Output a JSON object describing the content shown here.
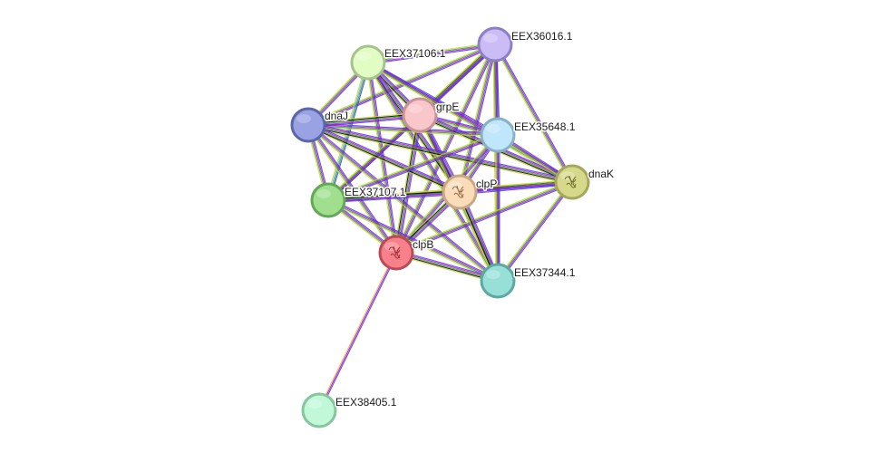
{
  "network": {
    "nodes": [
      {
        "id": "EEX36016.1",
        "label": "EEX36016.1",
        "fill": "#cbbcf6",
        "stroke": "#8d7fc6"
      },
      {
        "id": "EEX37106.1",
        "label": "EEX37106.1",
        "fill": "#e2fdc3",
        "stroke": "#a6c38c"
      },
      {
        "id": "grpE",
        "label": "grpE",
        "fill": "#f9c6c9",
        "stroke": "#c79397"
      },
      {
        "id": "dnaJ",
        "label": "dnaJ",
        "fill": "#99a2e2",
        "stroke": "#5b66a8"
      },
      {
        "id": "EEX35648.1",
        "label": "EEX35648.1",
        "fill": "#c0e6fb",
        "stroke": "#88b1c8"
      },
      {
        "id": "dnaK",
        "label": "dnaK",
        "fill": "#d6d98a",
        "stroke": "#a5a75b"
      },
      {
        "id": "clpP",
        "label": "clpP",
        "fill": "#fbdcb8",
        "stroke": "#c9a783"
      },
      {
        "id": "EEX37107.1",
        "label": "EEX37107.1",
        "fill": "#9fdf8e",
        "stroke": "#63a857"
      },
      {
        "id": "clpB",
        "label": "clpB",
        "fill": "#f7818b",
        "stroke": "#bc4a55"
      },
      {
        "id": "EEX37344.1",
        "label": "EEX37344.1",
        "fill": "#96e0d8",
        "stroke": "#5da99f"
      },
      {
        "id": "EEX38405.1",
        "label": "EEX38405.1",
        "fill": "#c1f8d8",
        "stroke": "#86c59d"
      }
    ],
    "edges": [
      {
        "source": "EEX36016.1",
        "target": "EEX37106.1",
        "colors": [
          "#3a3af0",
          "#d000d0",
          "#22aa22",
          "#d0d040"
        ]
      },
      {
        "source": "EEX36016.1",
        "target": "grpE",
        "colors": [
          "#3a3af0",
          "#d000d0",
          "#22aa22",
          "#000000",
          "#d0d040"
        ]
      },
      {
        "source": "EEX36016.1",
        "target": "dnaJ",
        "colors": [
          "#3a3af0",
          "#d000d0",
          "#22aa22",
          "#d0d040"
        ]
      },
      {
        "source": "EEX36016.1",
        "target": "EEX35648.1",
        "colors": [
          "#3a3af0",
          "#d000d0",
          "#22aa22",
          "#d0d040"
        ]
      },
      {
        "source": "EEX36016.1",
        "target": "dnaK",
        "colors": [
          "#3a3af0",
          "#d000d0",
          "#22aa22",
          "#d0d040"
        ]
      },
      {
        "source": "EEX36016.1",
        "target": "clpP",
        "colors": [
          "#3a3af0",
          "#d000d0",
          "#22aa22",
          "#d0d040"
        ]
      },
      {
        "source": "EEX36016.1",
        "target": "EEX37107.1",
        "colors": [
          "#3a3af0",
          "#d000d0",
          "#22aa22",
          "#d0d040"
        ]
      },
      {
        "source": "EEX36016.1",
        "target": "clpB",
        "colors": [
          "#3a3af0",
          "#d000d0",
          "#22aa22",
          "#d0d040"
        ]
      },
      {
        "source": "EEX36016.1",
        "target": "EEX37344.1",
        "colors": [
          "#3a3af0",
          "#d000d0",
          "#22aa22",
          "#d0d040"
        ]
      },
      {
        "source": "EEX37106.1",
        "target": "grpE",
        "colors": [
          "#3a3af0",
          "#d000d0",
          "#22aa22",
          "#000000",
          "#d0d040"
        ]
      },
      {
        "source": "EEX37106.1",
        "target": "dnaJ",
        "colors": [
          "#3a3af0",
          "#d000d0",
          "#22aa22",
          "#d0d040"
        ]
      },
      {
        "source": "EEX37106.1",
        "target": "EEX35648.1",
        "colors": [
          "#3a3af0",
          "#d000d0",
          "#22aa22",
          "#d0d040"
        ]
      },
      {
        "source": "EEX37106.1",
        "target": "dnaK",
        "colors": [
          "#3a3af0",
          "#d000d0",
          "#22aa22",
          "#d0d040"
        ]
      },
      {
        "source": "EEX37106.1",
        "target": "clpP",
        "colors": [
          "#3a3af0",
          "#d000d0",
          "#22aa22",
          "#000000",
          "#d0d040"
        ]
      },
      {
        "source": "EEX37106.1",
        "target": "EEX37107.1",
        "colors": [
          "#3a3af0",
          "#22aa22",
          "#6ab0e0",
          "#d0d040"
        ]
      },
      {
        "source": "EEX37106.1",
        "target": "clpB",
        "colors": [
          "#3a3af0",
          "#d000d0",
          "#22aa22",
          "#d0d040"
        ]
      },
      {
        "source": "EEX37106.1",
        "target": "EEX37344.1",
        "colors": [
          "#3a3af0",
          "#d000d0",
          "#22aa22",
          "#d0d040"
        ]
      },
      {
        "source": "grpE",
        "target": "dnaJ",
        "colors": [
          "#3a3af0",
          "#d000d0",
          "#22aa22",
          "#000000",
          "#d0d040"
        ]
      },
      {
        "source": "grpE",
        "target": "EEX35648.1",
        "colors": [
          "#3a3af0",
          "#d000d0",
          "#22aa22",
          "#d0d040"
        ]
      },
      {
        "source": "grpE",
        "target": "dnaK",
        "colors": [
          "#3a3af0",
          "#d000d0",
          "#22aa22",
          "#000000",
          "#d0d040"
        ]
      },
      {
        "source": "grpE",
        "target": "clpP",
        "colors": [
          "#3a3af0",
          "#d000d0",
          "#22aa22",
          "#000000",
          "#d0d040"
        ]
      },
      {
        "source": "grpE",
        "target": "EEX37107.1",
        "colors": [
          "#3a3af0",
          "#d000d0",
          "#22aa22",
          "#d0d040"
        ]
      },
      {
        "source": "grpE",
        "target": "clpB",
        "colors": [
          "#3a3af0",
          "#d000d0",
          "#22aa22",
          "#000000",
          "#d0d040"
        ]
      },
      {
        "source": "grpE",
        "target": "EEX37344.1",
        "colors": [
          "#3a3af0",
          "#d000d0",
          "#22aa22",
          "#d0d040"
        ]
      },
      {
        "source": "dnaJ",
        "target": "EEX35648.1",
        "colors": [
          "#3a3af0",
          "#d000d0",
          "#22aa22",
          "#d0d040"
        ]
      },
      {
        "source": "dnaJ",
        "target": "dnaK",
        "colors": [
          "#3a3af0",
          "#d000d0",
          "#22aa22",
          "#000000",
          "#d0d040"
        ]
      },
      {
        "source": "dnaJ",
        "target": "clpP",
        "colors": [
          "#3a3af0",
          "#d000d0",
          "#22aa22",
          "#000000",
          "#d0d040"
        ]
      },
      {
        "source": "dnaJ",
        "target": "EEX37107.1",
        "colors": [
          "#3a3af0",
          "#d000d0",
          "#22aa22",
          "#d0d040"
        ]
      },
      {
        "source": "dnaJ",
        "target": "clpB",
        "colors": [
          "#3a3af0",
          "#d000d0",
          "#22aa22",
          "#d0d040"
        ]
      },
      {
        "source": "dnaJ",
        "target": "EEX37344.1",
        "colors": [
          "#3a3af0",
          "#d000d0",
          "#22aa22",
          "#d0d040"
        ]
      },
      {
        "source": "EEX35648.1",
        "target": "dnaK",
        "colors": [
          "#3a3af0",
          "#d000d0",
          "#22aa22",
          "#d0d040"
        ]
      },
      {
        "source": "EEX35648.1",
        "target": "clpP",
        "colors": [
          "#3a3af0",
          "#d000d0",
          "#22aa22",
          "#d0d040"
        ]
      },
      {
        "source": "EEX35648.1",
        "target": "EEX37107.1",
        "colors": [
          "#3a3af0",
          "#d000d0",
          "#22aa22",
          "#d0d040"
        ]
      },
      {
        "source": "EEX35648.1",
        "target": "clpB",
        "colors": [
          "#3a3af0",
          "#d000d0",
          "#22aa22",
          "#d0d040"
        ]
      },
      {
        "source": "EEX35648.1",
        "target": "EEX37344.1",
        "colors": [
          "#3a3af0",
          "#d000d0",
          "#22aa22",
          "#d0d040"
        ]
      },
      {
        "source": "dnaK",
        "target": "clpP",
        "colors": [
          "#3a3af0",
          "#d000d0",
          "#22aa22",
          "#000000",
          "#d0d040"
        ]
      },
      {
        "source": "dnaK",
        "target": "EEX37107.1",
        "colors": [
          "#3a3af0",
          "#d000d0",
          "#22aa22",
          "#d0d040"
        ]
      },
      {
        "source": "dnaK",
        "target": "clpB",
        "colors": [
          "#3a3af0",
          "#d000d0",
          "#22aa22",
          "#d0d040"
        ]
      },
      {
        "source": "dnaK",
        "target": "EEX37344.1",
        "colors": [
          "#3a3af0",
          "#d000d0",
          "#22aa22",
          "#d0d040"
        ]
      },
      {
        "source": "clpP",
        "target": "EEX37107.1",
        "colors": [
          "#3a3af0",
          "#d000d0",
          "#22aa22",
          "#000000",
          "#d0d040"
        ]
      },
      {
        "source": "clpP",
        "target": "clpB",
        "colors": [
          "#3a3af0",
          "#d000d0",
          "#22aa22",
          "#000000",
          "#d0d040"
        ]
      },
      {
        "source": "clpP",
        "target": "EEX37344.1",
        "colors": [
          "#3a3af0",
          "#d000d0",
          "#22aa22",
          "#000000",
          "#d0d040"
        ]
      },
      {
        "source": "EEX37107.1",
        "target": "clpB",
        "colors": [
          "#3a3af0",
          "#d000d0",
          "#22aa22",
          "#d0d040"
        ]
      },
      {
        "source": "EEX37107.1",
        "target": "EEX37344.1",
        "colors": [
          "#3a3af0",
          "#d000d0",
          "#22aa22",
          "#d0d040"
        ]
      },
      {
        "source": "clpB",
        "target": "EEX37344.1",
        "colors": [
          "#3a3af0",
          "#d000d0",
          "#22aa22",
          "#000000",
          "#d0d040"
        ]
      },
      {
        "source": "clpB",
        "target": "EEX38405.1",
        "colors": [
          "#3a3af0",
          "#d000d0",
          "#d0d040"
        ]
      }
    ]
  }
}
